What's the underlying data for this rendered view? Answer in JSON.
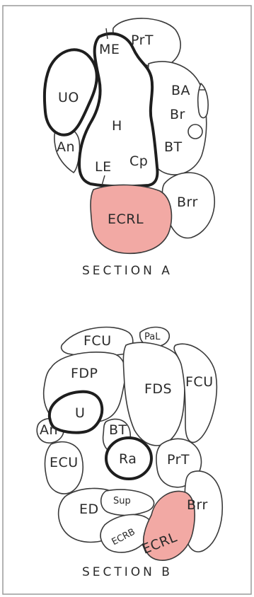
{
  "section_a": {
    "caption": "SECTION A",
    "labels": {
      "PrT": "PrT",
      "ME": "ME",
      "UO": "UO",
      "H": "H",
      "BA": "BA",
      "Br": "Br",
      "An": "An",
      "BT": "BT",
      "LE": "LE",
      "Cp": "Cp",
      "ECRL": "ECRL",
      "Brr": "Brr"
    }
  },
  "section_b": {
    "caption": "SECTION B",
    "labels": {
      "FCU_top": "FCU",
      "PaL": "PaL",
      "FDP": "FDP",
      "FDS": "FDS",
      "FCU_right": "FCU",
      "U": "U",
      "An": "An",
      "BT": "BT",
      "ECU": "ECU",
      "Ra": "Ra",
      "PrT": "PrT",
      "Brr": "Brr",
      "ED": "ED",
      "Sup": "Sup",
      "ECRB": "ECRB",
      "ECRL": "ECRL"
    }
  },
  "colors": {
    "highlight": "#f2a9a4",
    "outline": "#3a3a3a"
  }
}
